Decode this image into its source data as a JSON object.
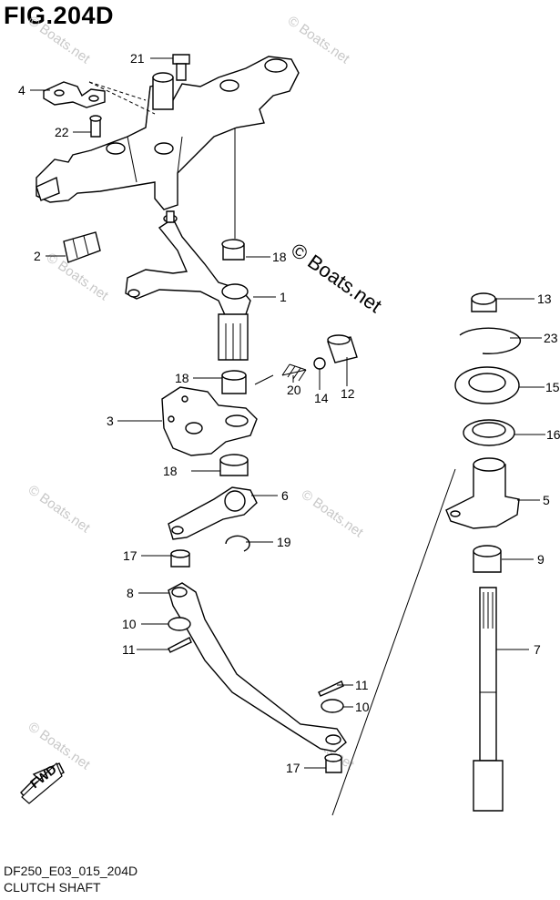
{
  "header": {
    "title": "FIG.204D"
  },
  "footer": {
    "code": "DF250_E03_015_204D",
    "caption": "CLUTCH SHAFT"
  },
  "watermark": {
    "text": "© Boats.net",
    "main_text": "© Boats.net"
  },
  "fwd_label": "FWD",
  "callouts": [
    {
      "id": "21",
      "label": "21"
    },
    {
      "id": "4",
      "label": "4"
    },
    {
      "id": "22",
      "label": "22"
    },
    {
      "id": "2",
      "label": "2"
    },
    {
      "id": "18a",
      "label": "18"
    },
    {
      "id": "1",
      "label": "1"
    },
    {
      "id": "13",
      "label": "13"
    },
    {
      "id": "23",
      "label": "23"
    },
    {
      "id": "15",
      "label": "15"
    },
    {
      "id": "16",
      "label": "16"
    },
    {
      "id": "18b",
      "label": "18"
    },
    {
      "id": "20",
      "label": "20"
    },
    {
      "id": "14",
      "label": "14"
    },
    {
      "id": "12",
      "label": "12"
    },
    {
      "id": "3",
      "label": "3"
    },
    {
      "id": "18c",
      "label": "18"
    },
    {
      "id": "6",
      "label": "6"
    },
    {
      "id": "5",
      "label": "5"
    },
    {
      "id": "19",
      "label": "19"
    },
    {
      "id": "17a",
      "label": "17"
    },
    {
      "id": "9",
      "label": "9"
    },
    {
      "id": "8",
      "label": "8"
    },
    {
      "id": "10a",
      "label": "10"
    },
    {
      "id": "11a",
      "label": "11"
    },
    {
      "id": "7",
      "label": "7"
    },
    {
      "id": "11b",
      "label": "11"
    },
    {
      "id": "10b",
      "label": "10"
    },
    {
      "id": "17b",
      "label": "17"
    }
  ],
  "colors": {
    "ink": "#000000",
    "watermark": "#c8c8c8",
    "background": "#ffffff"
  }
}
